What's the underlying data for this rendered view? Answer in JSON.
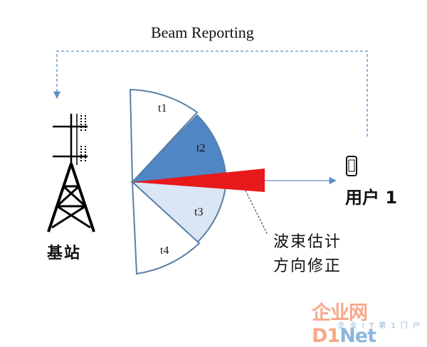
{
  "title": "Beam Reporting",
  "base_station_label": "基站",
  "ue_label": "用户 1",
  "slots": [
    "t1",
    "t2",
    "t3",
    "t4"
  ],
  "annotation_lines": [
    "波束估计",
    "方向修正"
  ],
  "watermark": {
    "brand_main": "企业网",
    "brand_d1": "D1",
    "brand_net": "Net",
    "subtitle": "企 业 I T 第 1 门 户"
  },
  "colors": {
    "arrow_blue": "#5b8fc4",
    "sector_t2": "#4f86c6",
    "sector_t3": "#dbe6f4",
    "beam_red": "#e8191b",
    "outline": "#5a7fa8"
  }
}
